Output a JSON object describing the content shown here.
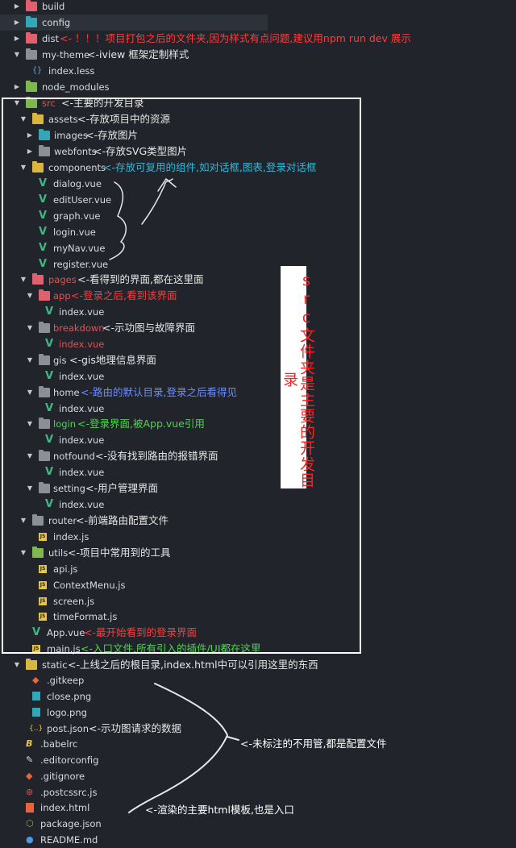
{
  "tree": {
    "build": "build",
    "config": "config",
    "dist": "dist",
    "my_theme": "my-theme",
    "my_theme_index": "index.less",
    "node_modules": "node_modules",
    "src": "src",
    "assets": "assets",
    "images": "images",
    "webfonts": "webfonts",
    "components": "components",
    "dialog": "dialog.vue",
    "editUser": "editUser.vue",
    "graph": "graph.vue",
    "login_vue": "login.vue",
    "myNav": "myNav.vue",
    "register": "register.vue",
    "pages": "pages",
    "app": "app",
    "app_index": "index.vue",
    "breakdown": "breakdown",
    "breakdown_index": "index.vue",
    "gis": "gis",
    "gis_index": "index.vue",
    "home": "home",
    "home_index": "index.vue",
    "login": "login",
    "login_index": "index.vue",
    "notfound": "notfound",
    "notfound_index": "index.vue",
    "setting": "setting",
    "setting_index": "index.vue",
    "router": "router",
    "router_index": "index.js",
    "utils": "utils",
    "api": "api.js",
    "contextmenu": "ContextMenu.js",
    "screen": "screen.js",
    "timeformat": "timeFormat.js",
    "app_vue": "App.vue",
    "main_js": "main.js",
    "static": "static",
    "gitkeep": ".gitkeep",
    "close_png": "close.png",
    "logo_png": "logo.png",
    "post_json": "post.json",
    "babelrc": ".babelrc",
    "editorconfig": ".editorconfig",
    "gitignore": ".gitignore",
    "postcssrc": ".postcssrc.js",
    "index_html": "index.html",
    "package_json": "package.json",
    "readme": "README.md"
  },
  "icons": {
    "js_badge": "JS",
    "json_badge": "{..}",
    "braces_badge": "{}"
  },
  "notes": {
    "dist": "<- ！！！项目打包之后的文件夹,因为样式有点问题,建议用npm run dev 展示",
    "my_theme": "<-iview 框架定制样式",
    "src": "<-主要的开发目录",
    "assets": "<-存放项目中的资源",
    "images": "<-存放图片",
    "webfonts": "<-存放SVG类型图片",
    "components": "<-存放可复用的组件,如对话框,图表,登录对话框",
    "pages": "<-看得到的界面,都在这里面",
    "app": "<-登录之后,看到该界面",
    "breakdown": "<-示功图与故障界面",
    "gis": "<-gis地理信息界面",
    "home": "<-路由的默认目录,登录之后看得见",
    "login": "<-登录界面,被App.vue引用",
    "notfound": "<-没有找到路由的报错界面",
    "setting": "<-用户管理界面",
    "router": "<-前端路由配置文件",
    "utils": "<-项目中常用到的工具",
    "app_vue": "<-最开始看到的登录界面",
    "main_js": "<-入口文件,所有引入的插件/UI都在这里",
    "static": "<-上线之后的根目录,index.html中可以引用这里的东西",
    "post_json": "<-示功图请求的数据",
    "config_files": "<-未标注的不用管,都是配置文件",
    "index_html": "<-渲染的主要html模板,也是入口",
    "src_vertical": "src文件夹是主要的开发目录"
  }
}
